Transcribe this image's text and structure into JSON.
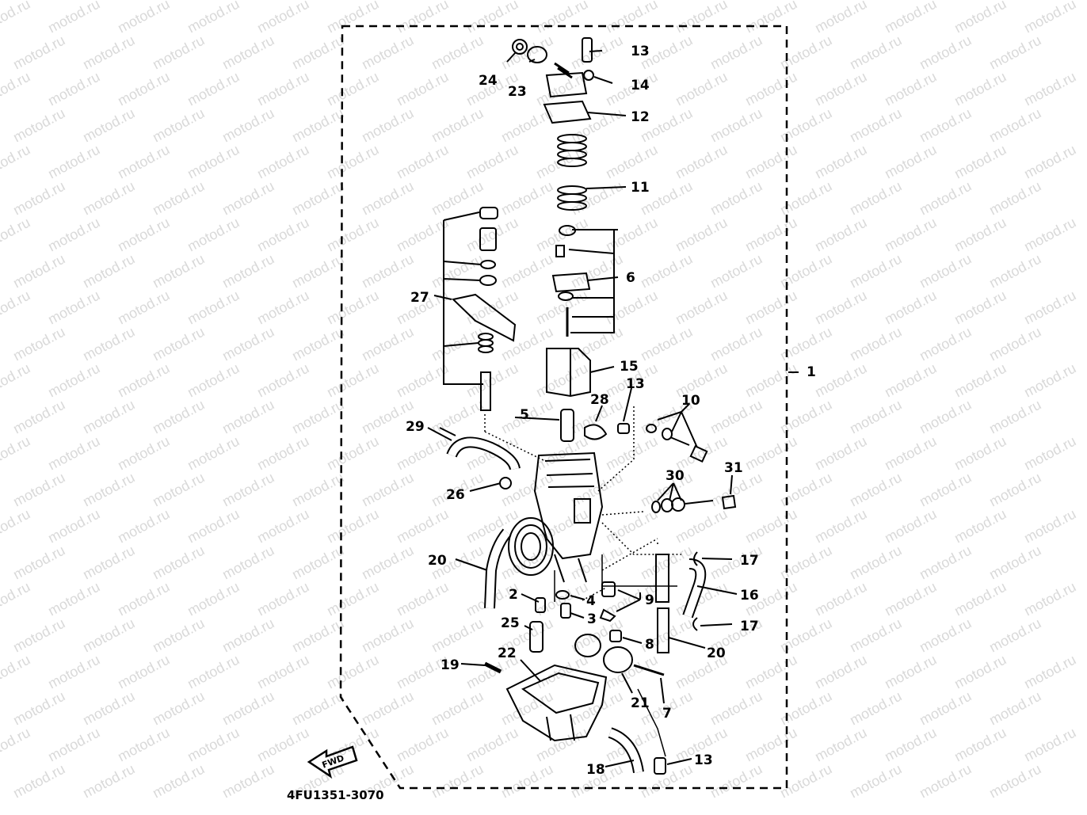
{
  "watermark": "motod.ru",
  "diagram_code": "4FU1351-3070",
  "fwd_label": "FWD",
  "callouts": {
    "c1": "1",
    "c2": "2",
    "c3": "3",
    "c4": "4",
    "c5": "5",
    "c6": "6",
    "c7": "7",
    "c8": "8",
    "c9": "9",
    "c10": "10",
    "c11": "11",
    "c12": "12",
    "c13a": "13",
    "c13b": "13",
    "c13c": "13",
    "c14": "14",
    "c15": "15",
    "c16": "16",
    "c17a": "17",
    "c17b": "17",
    "c18": "18",
    "c19": "19",
    "c20a": "20",
    "c20b": "20",
    "c21": "21",
    "c22": "22",
    "c23": "23",
    "c24": "24",
    "c25": "25",
    "c26": "26",
    "c27": "27",
    "c28": "28",
    "c29": "29",
    "c30": "30",
    "c31": "31"
  },
  "colors": {
    "ink": "#000000",
    "background": "#ffffff",
    "watermark": "#d9d9d9"
  }
}
